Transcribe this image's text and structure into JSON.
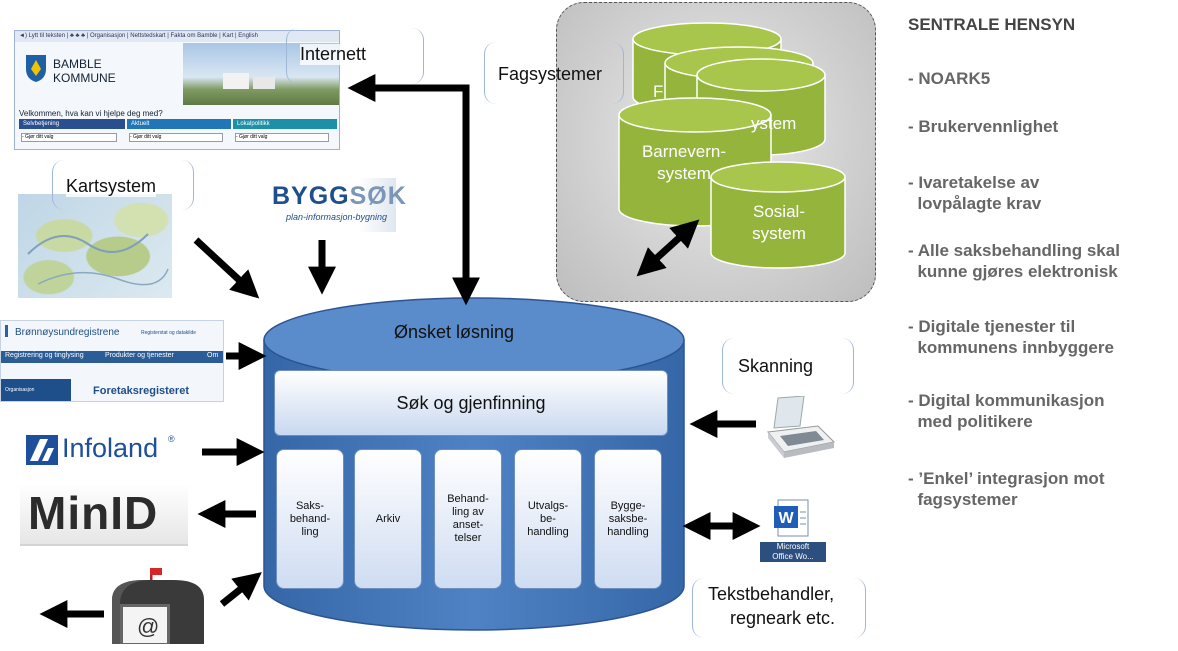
{
  "internet": {
    "label": "Internett",
    "site": {
      "topbar": "◄) Lytt til teksten  |  ♣ ♣ ♣  |  Organisasjon  |  Nettstedskart  |  Fakta om Bamble  |  Kart  |  English",
      "logo_line1": "BAMBLE",
      "logo_line2": "KOMMUNE",
      "welcome": "Velkommen, hva kan vi hjelpe deg med?",
      "tab1": "Selvbetjening",
      "tab2": "Aktuelt",
      "tab3": "Lokalpolitikk",
      "select": "- Gjør ditt valg"
    }
  },
  "kartsystem": {
    "label": "Kartsystem"
  },
  "byggsok": {
    "logo_a": "BYGG",
    "logo_b": "SØK",
    "tagline": "plan-informasjon-bygning"
  },
  "bronnoy": {
    "title": "Brønnøysundregistrene",
    "subtitle": "Registerstat og datakilde",
    "nav1": "Registrering og tinglysing",
    "nav2": "Produkter og tjenester",
    "nav3": "Om",
    "org": "Organisasjon",
    "foretak": "Foretaksregisteret"
  },
  "infoland": {
    "label": "Infoland",
    "reg": "®"
  },
  "minid": {
    "label": "MinID"
  },
  "mail": {
    "at": "@"
  },
  "fagsystemer": {
    "label": "Fagsystemer",
    "cyl_back": "F",
    "cyl_mid": "ystem",
    "cyl_barnevern": "Barnevern-\nsystem",
    "cyl_sosial": "Sosial-\nsystem"
  },
  "main": {
    "title": "Ønsket løsning",
    "sok": "Søk og gjenfinning",
    "modules": [
      "Saks-\nbehand-\nling",
      "Arkiv",
      "Behand-\nling av\nanset-\ntelser",
      "Utvalgs-\nbe-\nhandling",
      "Bygge-\nsaksbe-\nhandling"
    ]
  },
  "skanning": {
    "label": "Skanning"
  },
  "word": {
    "icon_text": "Microsoft\nOffice Wo..."
  },
  "tekst": {
    "line1": "Tekstbehandler,",
    "line2": "regneark etc."
  },
  "hensyn": {
    "title": "SENTRALE HENSYN",
    "items": [
      "- NOARK5",
      "- Brukervennlighet",
      "- Ivaretakelse av\n  lovpålagte krav",
      "- Alle saksbehandling skal\n  kunne gjøres elektronisk",
      "- Digitale tjenester til\n  kommunens innbyggere",
      "- Digital kommunikasjon\n  med politikere",
      "- ’Enkel’ integrasjon mot\n  fagsystemer"
    ]
  },
  "colors": {
    "main_blue": "#3e6fb2",
    "green": "#95b43c",
    "arrow": "#000000",
    "hensyn_text": "#666666"
  }
}
